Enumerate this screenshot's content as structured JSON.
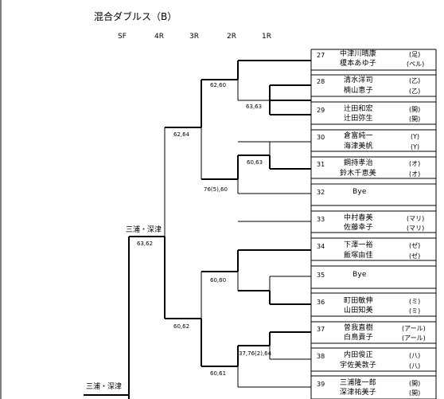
{
  "title": "混合ダブルス（B）",
  "rounds": [
    "SF",
    "4R",
    "3R",
    "2R",
    "1R"
  ],
  "entries": [
    {
      "no": "27",
      "p1": "中津川晴康",
      "c1": "(足)",
      "p2": "榎本あゆ子",
      "c2": "(ペル)"
    },
    {
      "no": "28",
      "p1": "清水洋司",
      "c1": "(乙)",
      "p2": "楠山恵子",
      "c2": "(乙)"
    },
    {
      "no": "29",
      "p1": "辻田和宏",
      "c1": "(開)",
      "p2": "辻田弥生",
      "c2": "(開)"
    },
    {
      "no": "30",
      "p1": "倉富純一",
      "c1": "(Y)",
      "p2": "海津美帆",
      "c2": "(Y)"
    },
    {
      "no": "31",
      "p1": "鋼持孝治",
      "c1": "(オ)",
      "p2": "鈴木千恵美",
      "c2": "(オ)"
    },
    {
      "no": "32",
      "bye": "Bye"
    },
    {
      "no": "33",
      "p1": "中村春美",
      "c1": "(マリ)",
      "p2": "佐藤幸子",
      "c2": "(マリ)"
    },
    {
      "no": "34",
      "p1": "下澤一裕",
      "c1": "(ゼ)",
      "p2": "飯塚由佳",
      "c2": "(ゼ)"
    },
    {
      "no": "35",
      "bye": "Bye"
    },
    {
      "no": "36",
      "p1": "町田敏伸",
      "c1": "(ミ)",
      "p2": "山田知美",
      "c2": "(ミ)"
    },
    {
      "no": "37",
      "p1": "曽我直樹",
      "c1": "(アール)",
      "p2": "白鳥貴子",
      "c2": "(アール)"
    },
    {
      "no": "38",
      "p1": "内田俊正",
      "c1": "(八)",
      "p2": "宇佐美敦子",
      "c2": "(八)"
    },
    {
      "no": "39",
      "p1": "三浦隆一郎",
      "c1": "(開)",
      "p2": "深津祐美子",
      "c2": "(開)"
    }
  ],
  "scores": {
    "r2_a": "62,60",
    "r1_a": "63,63",
    "r3_a": "62,64",
    "r2_b": "60,63",
    "r2_c": "76(5),60",
    "sf_a": "63,62",
    "r2_d": "60,60",
    "r3_b": "60,62",
    "r1_b": "37,76(2),64",
    "r2_e": "60,61"
  },
  "winners": {
    "four_r": "三浦・深津",
    "sf": "三浦・深津"
  }
}
